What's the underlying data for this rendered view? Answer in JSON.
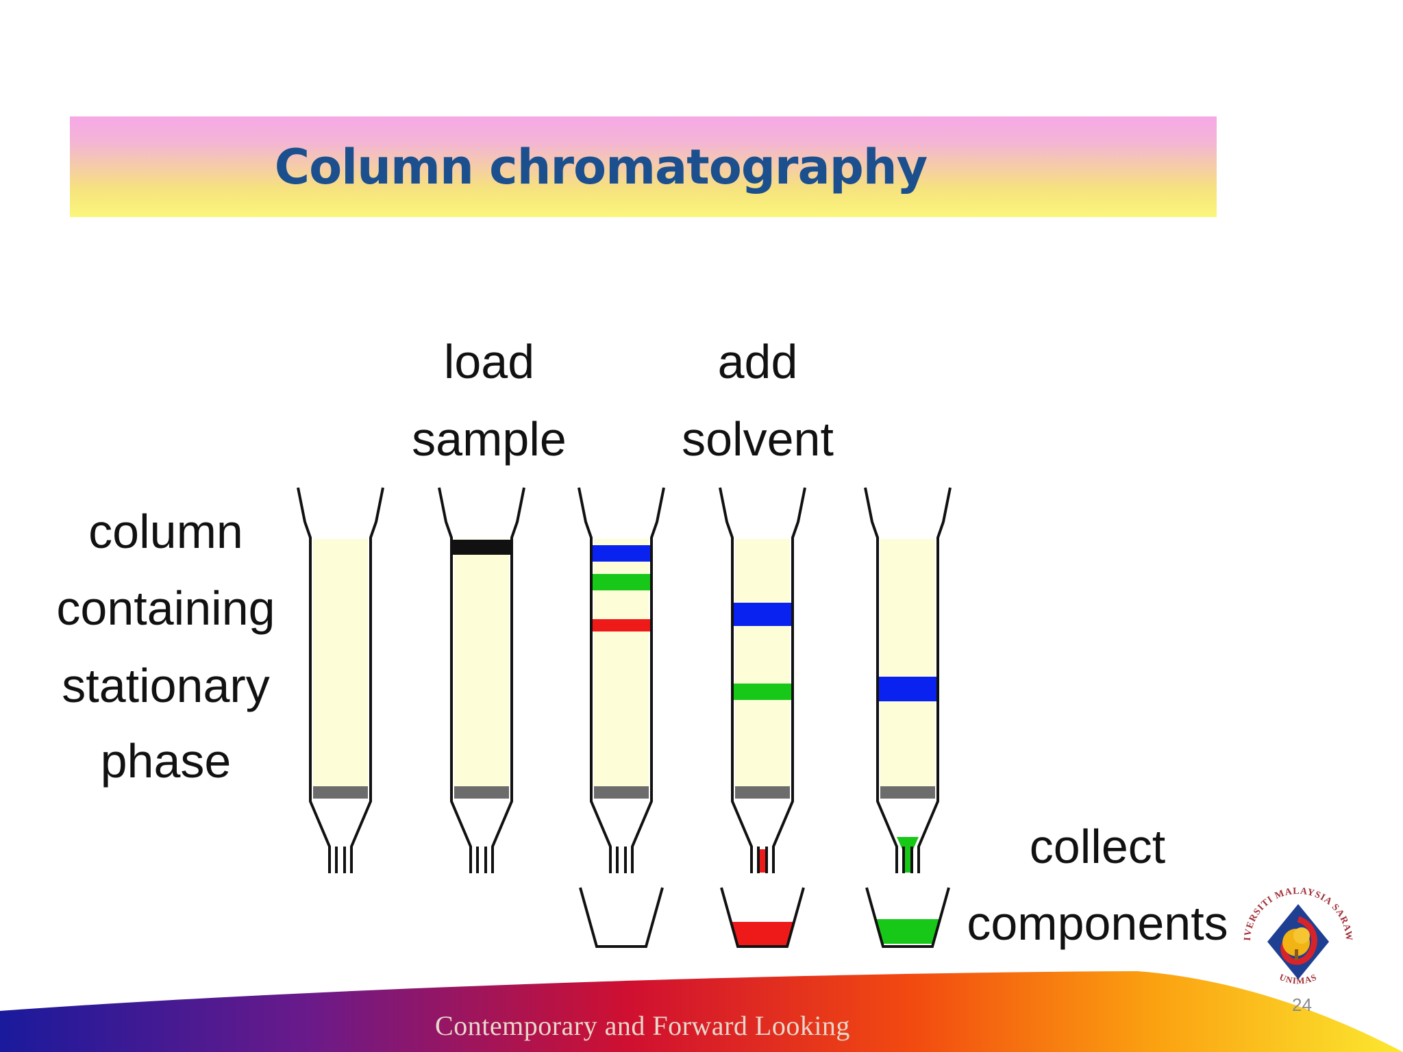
{
  "title": "Column chromatography",
  "labels": {
    "column_line1": "column",
    "column_line2": "containing",
    "column_line3": "stationary",
    "column_line4": "phase",
    "load_line1": "load",
    "load_line2": "sample",
    "add_line1": "add",
    "add_line2": "solvent",
    "collect_line1": "collect",
    "collect_line2": "components"
  },
  "bands": {
    "blue": "#0a22f0",
    "green": "#18c818",
    "red": "#ee1a1a",
    "black": "#111111",
    "stationary_phase": "#fdfdd8",
    "frit": "#6c6c6c"
  },
  "footer": {
    "tagline": "Contemporary and Forward Looking",
    "page_number": "24"
  },
  "logo": {
    "ring_text_top": "UNIVERSITI MALAYSIA SARAWAK",
    "ring_text_bottom": "UNIMAS"
  }
}
